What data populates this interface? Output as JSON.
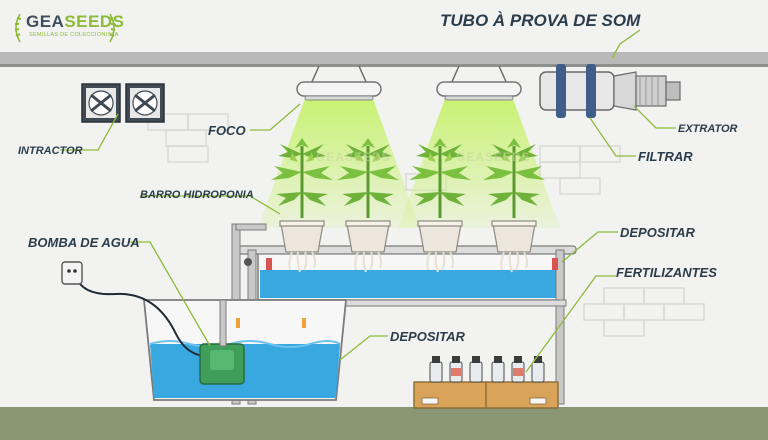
{
  "logo": {
    "brand_a": "GEA",
    "brand_b": "SEEDS",
    "tagline": "SEMILLAS DE COLECCIONISTA"
  },
  "watermark": "GEASEEDS",
  "labels": {
    "tubo": "TUBO À PROVA DE SOM",
    "intractor": "INTRACTOR",
    "foco": "FOCO",
    "extrator": "EXTRATOR",
    "filtrar": "FILTRAR",
    "barro": "BARRO HIDROPONIA",
    "bomba": "BOMBA DE AGUA",
    "depositar_top": "DEPOSITAR",
    "fertilizantes": "FERTILIZANTES",
    "depositar_bottom": "DEPOSITAR"
  },
  "colors": {
    "wall": "#f2f2f1",
    "ceiling": "#b9b9b9",
    "floor": "#8a9773",
    "water": "#39a7e0",
    "leaf": "#6fb23a",
    "leaf_light": "#9ad04f",
    "pot": "#ece6dc",
    "light_beam": "#c6f26a",
    "pump": "#3e9e5a",
    "crate": "#d9a45a",
    "label_text": "#2b3d4a",
    "leader": "#8dbb3a"
  }
}
